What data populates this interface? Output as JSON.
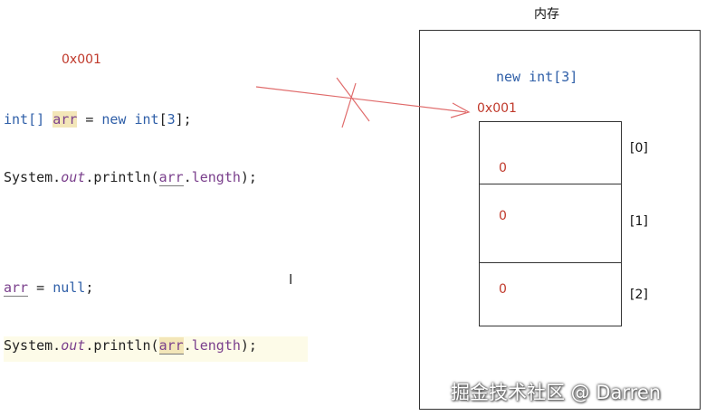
{
  "code": {
    "address_label": "0x001",
    "line1": {
      "type": "int[]",
      "var": "arr",
      "eq": "=",
      "new_kw": "new",
      "int_kw": "int",
      "open": "[",
      "size": "3",
      "close": "];"
    },
    "line2": {
      "cls": "System.",
      "field": "out",
      "call": ".println(",
      "arg": "arr",
      "dot": ".",
      "member": "length",
      "end": ");"
    },
    "line3": {
      "var": "arr",
      "eq": "=",
      "null_kw": "null",
      "end": ";"
    },
    "line4": {
      "cls": "System.",
      "field": "out",
      "call": ".println(",
      "arg": "arr",
      "dot": ".",
      "member": "length",
      "end": ");"
    }
  },
  "memory": {
    "title": "内存",
    "new_label": "new int[3]",
    "heap_address": "0x001",
    "cells": [
      {
        "index": "[0]",
        "value": "0"
      },
      {
        "index": "[1]",
        "value": "0"
      },
      {
        "index": "[2]",
        "value": "0"
      }
    ]
  },
  "watermark": "掘金技术社区 @ Darren",
  "colors": {
    "arrow": "#e06b6b",
    "address": "#c0392b",
    "keyword": "#2f5fa8"
  }
}
